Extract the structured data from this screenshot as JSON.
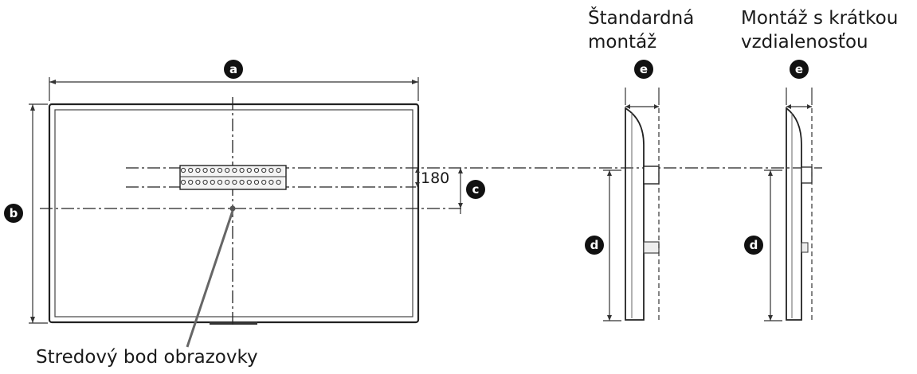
{
  "labels": {
    "standard_mount_line1": "Štandardná",
    "standard_mount_line2": "montáž",
    "short_mount_line1": "Montáž s krátkou",
    "short_mount_line2": "vzdialenosťou",
    "screen_center": "Stredový bod obrazovky",
    "offset_value": "180"
  },
  "badges": {
    "width": "a",
    "height": "b",
    "center_offset": "c",
    "mount_height": "d",
    "depth": "e"
  },
  "colors": {
    "line": "#222222",
    "badge": "#111111",
    "leader": "#666666"
  }
}
